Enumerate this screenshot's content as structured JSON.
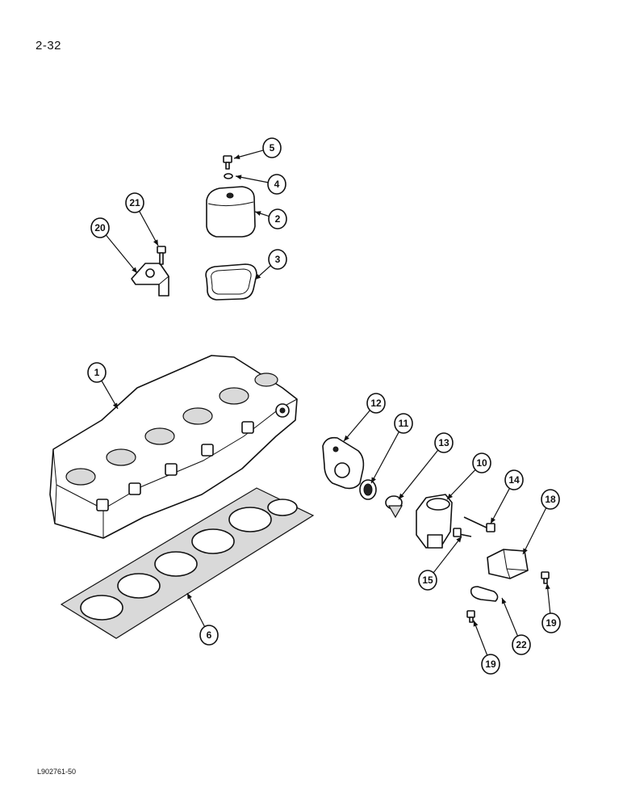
{
  "page_number": "2-32",
  "figure_id": "L902761-50",
  "callouts": [
    {
      "id": "1"
    },
    {
      "id": "2"
    },
    {
      "id": "3"
    },
    {
      "id": "4"
    },
    {
      "id": "5"
    },
    {
      "id": "6"
    },
    {
      "id": "10"
    },
    {
      "id": "11"
    },
    {
      "id": "12"
    },
    {
      "id": "13"
    },
    {
      "id": "14"
    },
    {
      "id": "15"
    },
    {
      "id": "18"
    },
    {
      "id": "19"
    },
    {
      "id": "19"
    },
    {
      "id": "20"
    },
    {
      "id": "21"
    },
    {
      "id": "22"
    }
  ]
}
